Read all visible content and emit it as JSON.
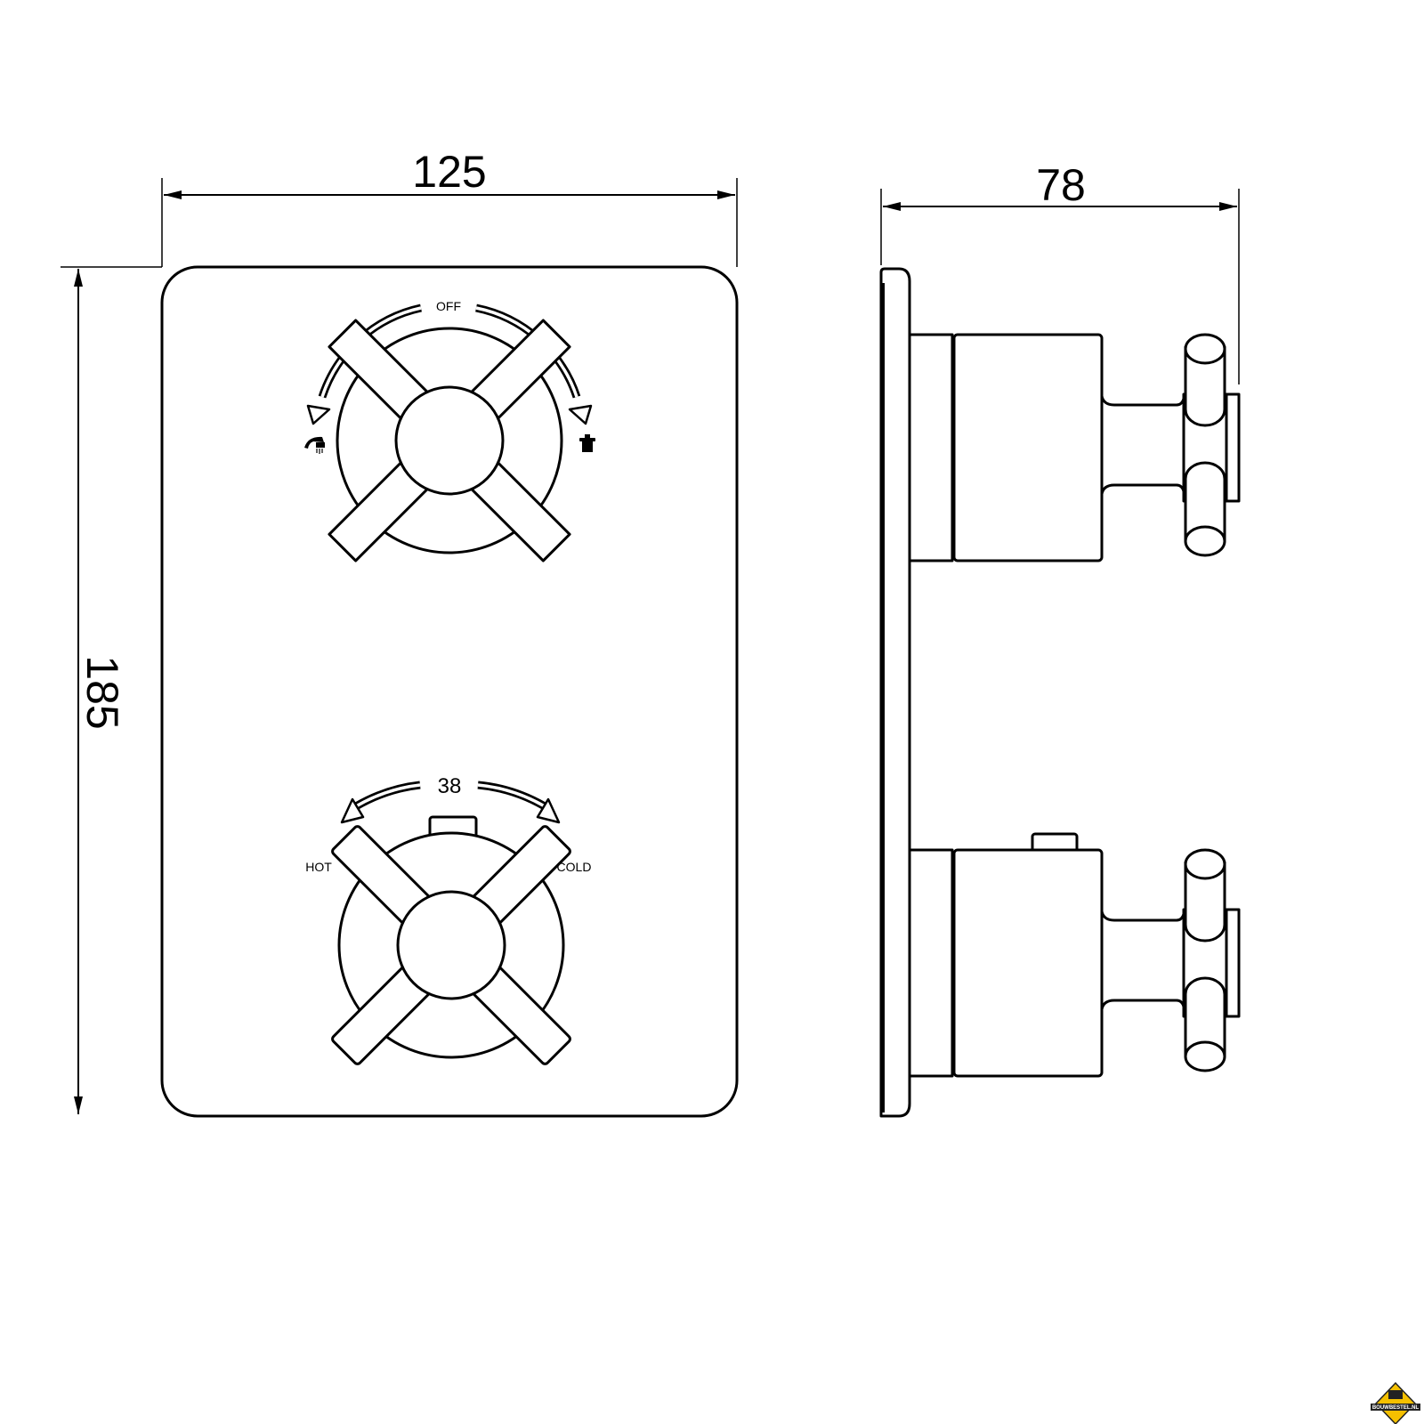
{
  "dimensions": {
    "width": "125",
    "height": "185",
    "depth": "78"
  },
  "top_knob": {
    "label": "OFF",
    "left_icon": "hand-shower-icon",
    "right_icon": "head-shower-icon"
  },
  "bottom_knob": {
    "label": "38",
    "left_label": "HOT",
    "right_label": "COLD"
  },
  "logo": {
    "text": "BOUWBESTEL.NL",
    "color": "#f5c000"
  }
}
